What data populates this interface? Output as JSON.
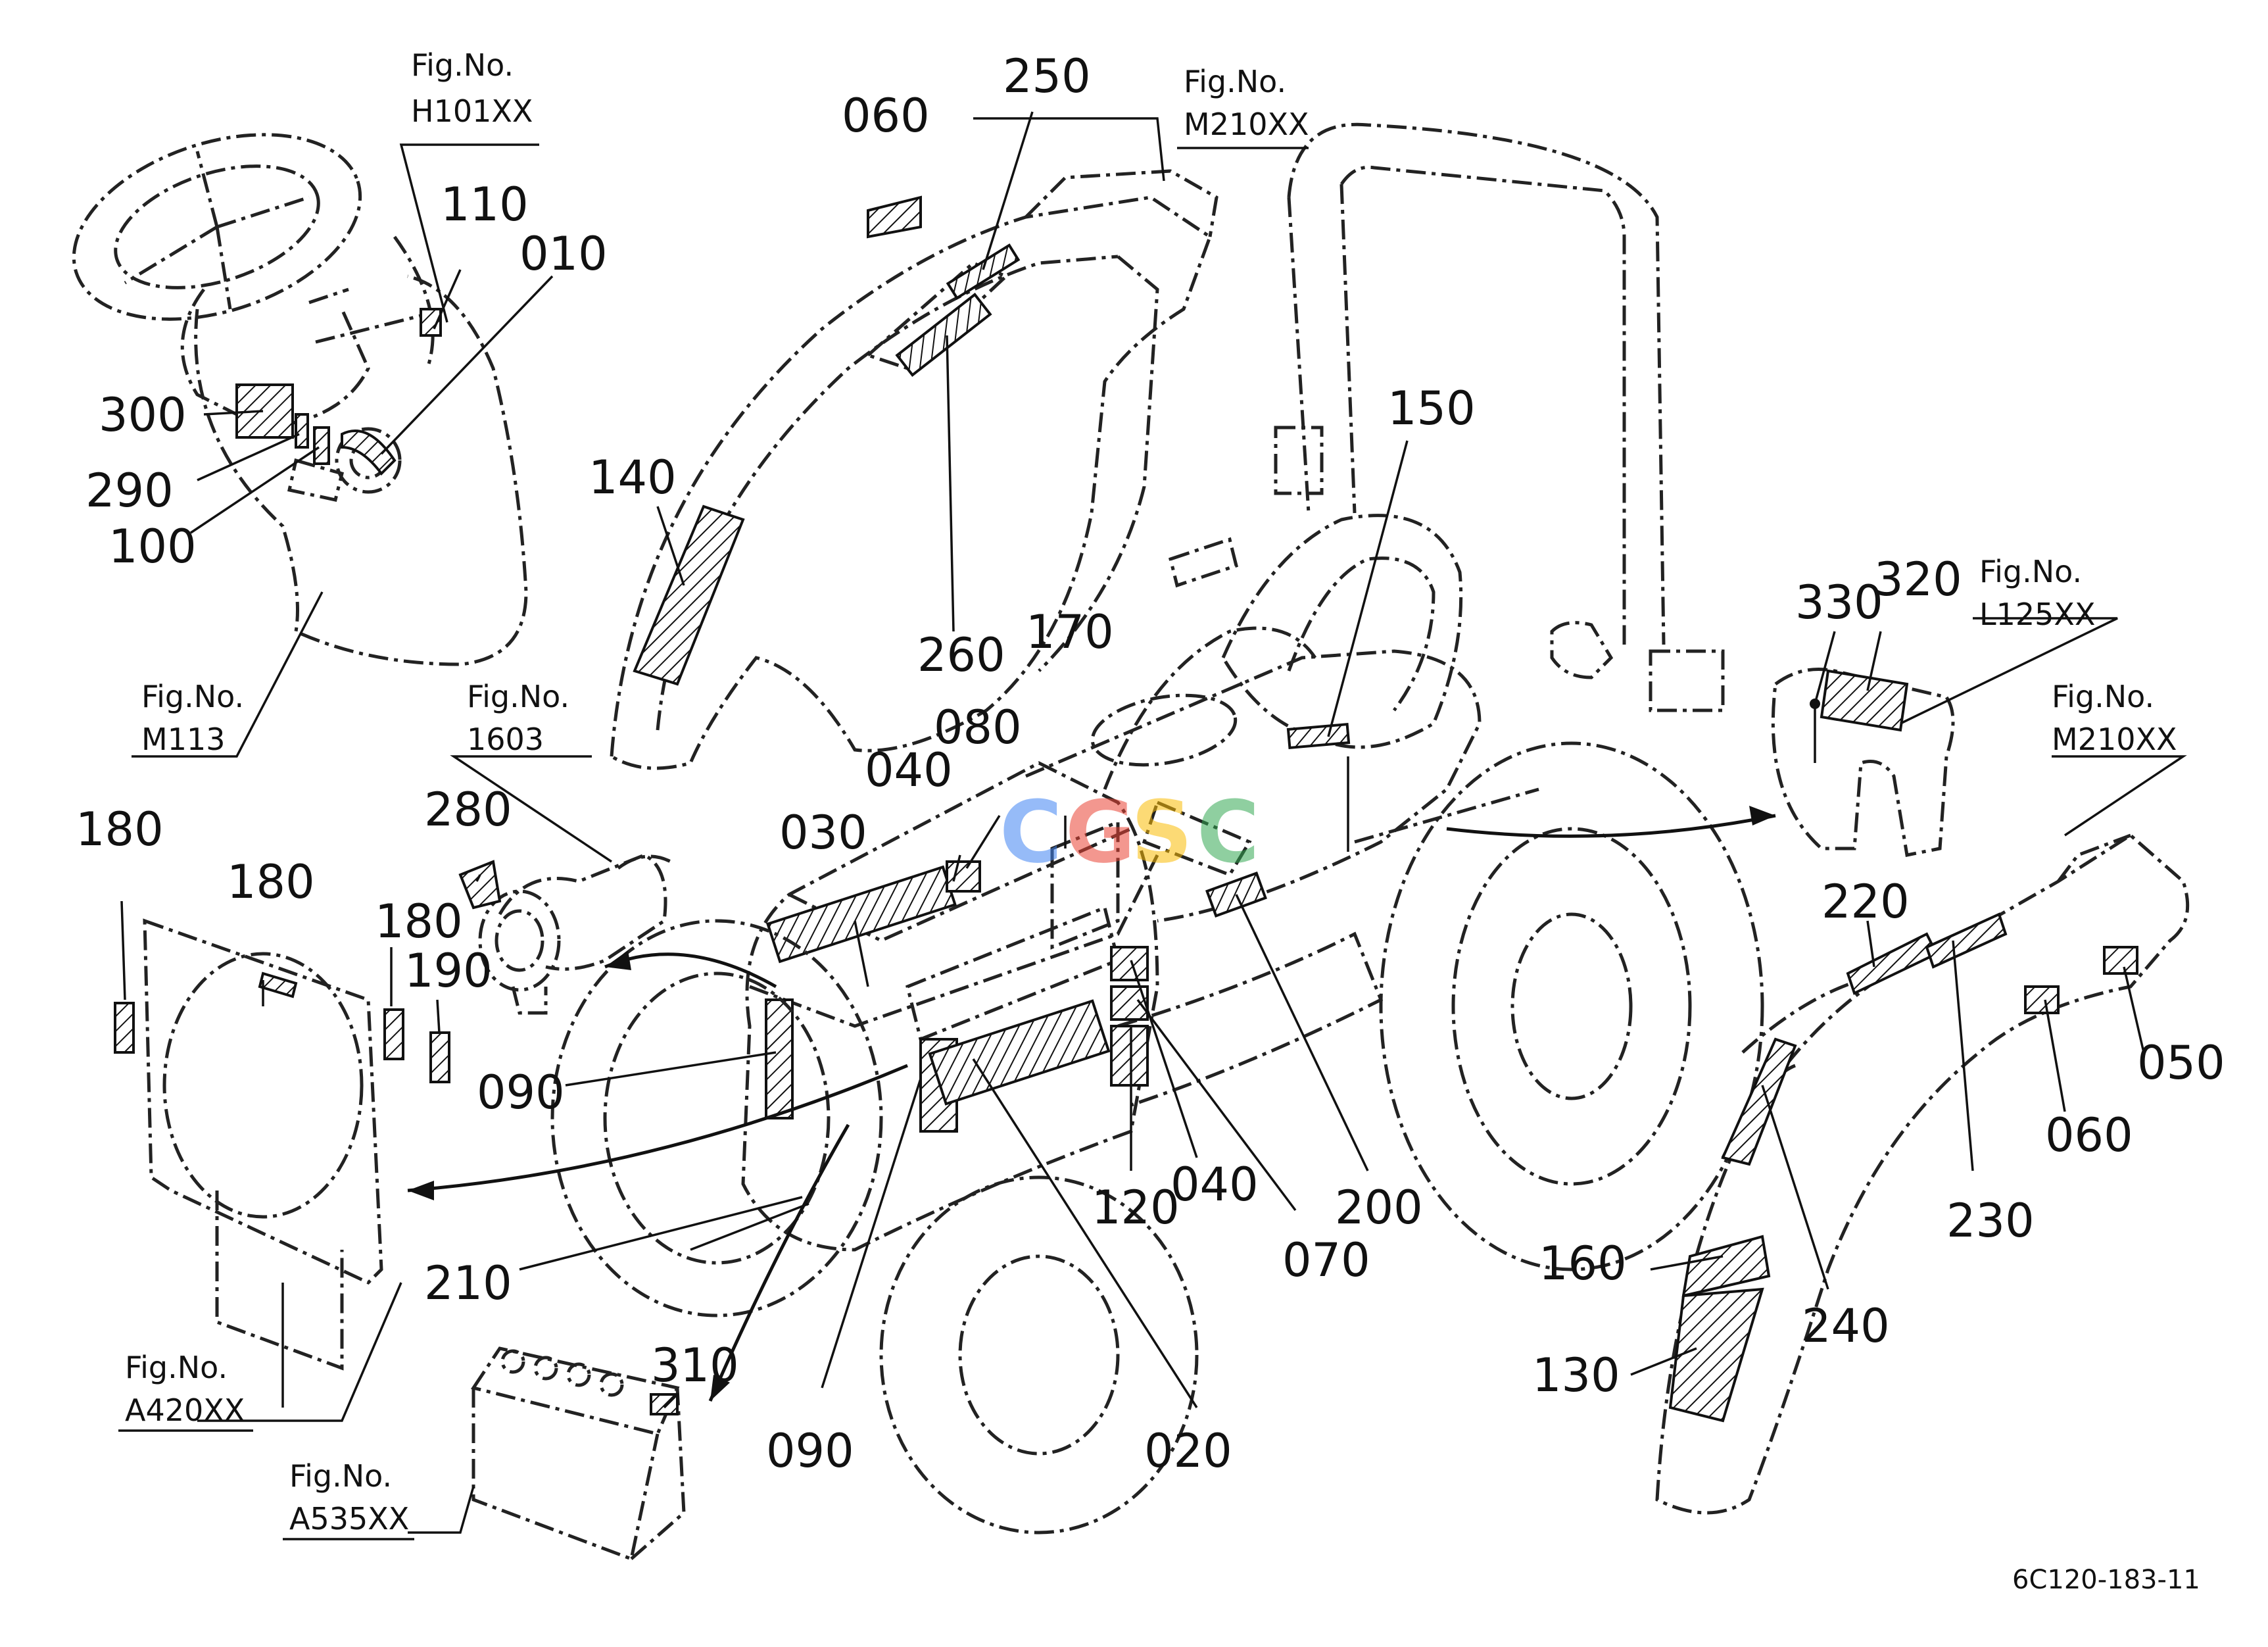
{
  "part_numbers": {
    "p010": "010",
    "p020": "020",
    "p030": "030",
    "p040a": "040",
    "p040b": "040",
    "p050": "050",
    "p060a": "060",
    "p060b": "060",
    "p070": "070",
    "p080": "080",
    "p090a": "090",
    "p090b": "090",
    "p100": "100",
    "p110": "110",
    "p120": "120",
    "p130": "130",
    "p140": "140",
    "p150": "150",
    "p160": "160",
    "p170": "170",
    "p180a": "180",
    "p180b": "180",
    "p180c": "180",
    "p190": "190",
    "p200": "200",
    "p210": "210",
    "p220": "220",
    "p230": "230",
    "p240": "240",
    "p250": "250",
    "p260": "260",
    "p280": "280",
    "p290": "290",
    "p300": "300",
    "p310": "310",
    "p320": "320",
    "p330": "330"
  },
  "figure_refs": {
    "prefix": "Fig.No.",
    "h101": "H101XX",
    "m210_top": "M210XX",
    "m113": "M113",
    "f1603": "1603",
    "l125": "L125XX",
    "m210_right": "M210XX",
    "a420": "A420XX",
    "a535": "A535XX"
  },
  "drawing_code": "6C120-183-11",
  "watermark": {
    "letters": [
      "C",
      "G",
      "S",
      "C"
    ],
    "colors": [
      "#4285F4",
      "#EA4335",
      "#FBBC05",
      "#34A853"
    ]
  }
}
